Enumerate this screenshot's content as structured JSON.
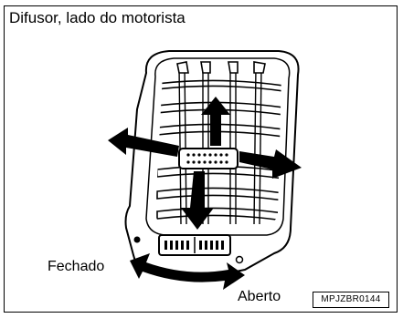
{
  "title": "Difusor, lado do motorista",
  "labels": {
    "closed": "Fechado",
    "open": "Aberto"
  },
  "figure_code": "MPJZBR0144",
  "icons": {
    "up": "arrow-up-icon",
    "down": "arrow-down-icon",
    "left": "arrow-left-icon",
    "right": "arrow-right-icon",
    "thumbwheel": "double-arrow-icon"
  },
  "colors": {
    "line": "#000000",
    "arrow": "#000000",
    "background": "#ffffff"
  }
}
